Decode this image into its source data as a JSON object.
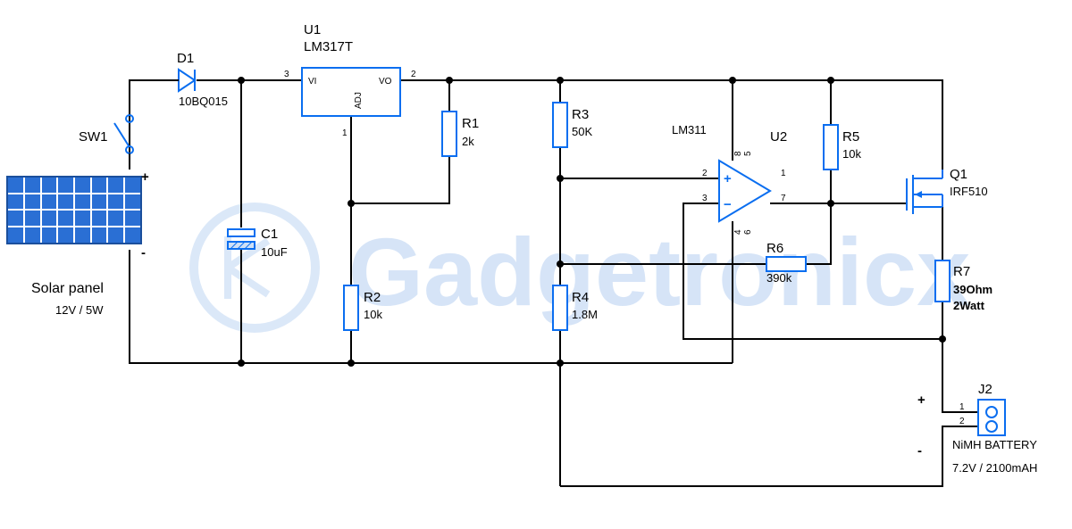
{
  "watermark": {
    "text": "Gadgetronicx"
  },
  "solar": {
    "name": "Solar panel",
    "rating": "12V / 5W",
    "plus": "+",
    "minus": "-"
  },
  "sw1": {
    "ref": "SW1"
  },
  "d1": {
    "ref": "D1",
    "value": "10BQ015"
  },
  "c1": {
    "ref": "C1",
    "value": "10uF"
  },
  "u1": {
    "ref": "U1",
    "value": "LM317T",
    "pin_vi": "VI",
    "pin_vo": "VO",
    "pin_adj": "ADJ",
    "pin3": "3",
    "pin2": "2",
    "pin1": "1"
  },
  "r1": {
    "ref": "R1",
    "value": "2k"
  },
  "r2": {
    "ref": "R2",
    "value": "10k"
  },
  "r3": {
    "ref": "R3",
    "value": "50K"
  },
  "r4": {
    "ref": "R4",
    "value": "1.8M"
  },
  "u2": {
    "ref": "U2",
    "value": "LM311",
    "plus": "+",
    "minus": "−",
    "pin8": "8",
    "pin5": "5",
    "pin2": "2",
    "pin1": "1",
    "pin3": "3",
    "pin7": "7",
    "pin4": "4",
    "pin6": "6"
  },
  "r5": {
    "ref": "R5",
    "value": "10k"
  },
  "r6": {
    "ref": "R6",
    "value": "390k"
  },
  "q1": {
    "ref": "Q1",
    "value": "IRF510"
  },
  "r7": {
    "ref": "R7",
    "value": "39Ohm",
    "value2": "2Watt"
  },
  "j2": {
    "ref": "J2",
    "pin1": "1",
    "pin2": "2",
    "plus": "+",
    "minus": "-",
    "name": "NiMH BATTERY",
    "rating": "7.2V / 2100mAH"
  },
  "colors": {
    "component": "#0a6ef0",
    "wire": "#000000",
    "watermark": "#cfe0f6"
  }
}
